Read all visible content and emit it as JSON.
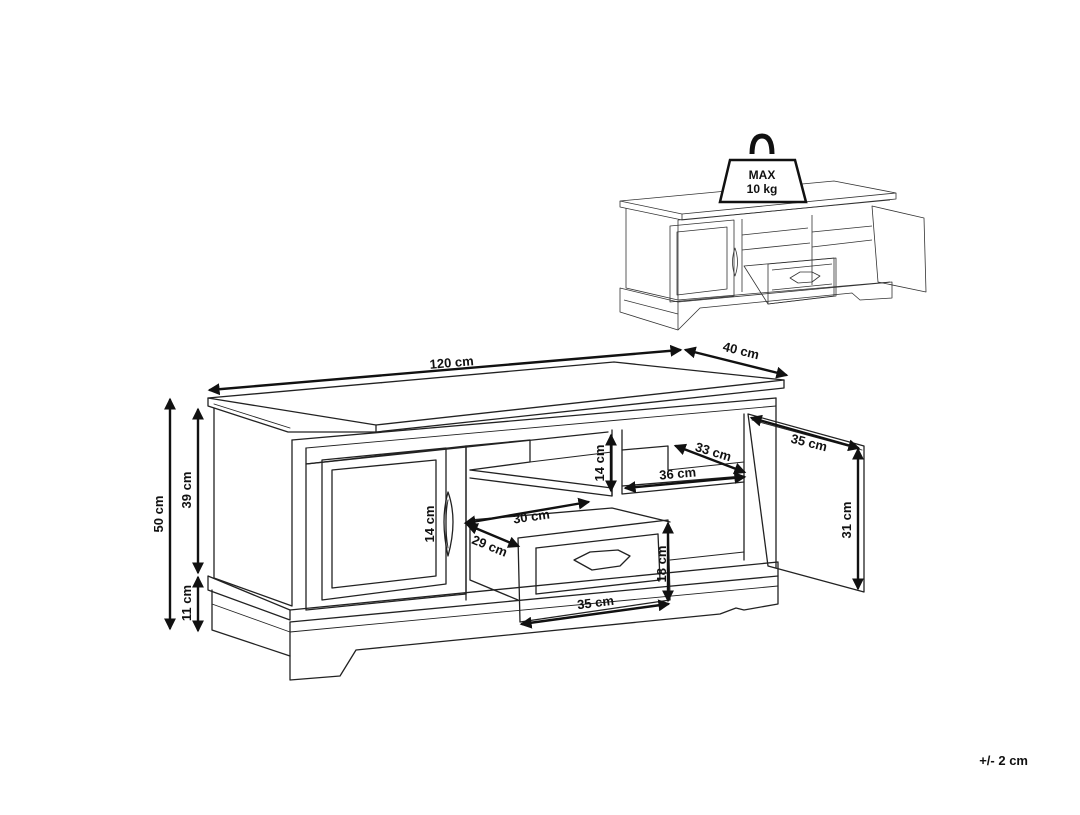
{
  "weight_badge": {
    "line1": "MAX",
    "line2": "10 kg"
  },
  "dimensions": {
    "width": "120 cm",
    "depth": "40 cm",
    "height_total": "50 cm",
    "height_body": "39 cm",
    "height_legs": "11 cm",
    "shelf_height": "14 cm",
    "right_shelf_depth": "33 cm",
    "right_shelf_width": "36 cm",
    "door_width": "35 cm",
    "door_height": "31 cm",
    "handle_height": "14 cm",
    "drawer_width_inner": "30 cm",
    "drawer_depth": "29 cm",
    "drawer_height": "18 cm",
    "drawer_width": "35 cm"
  },
  "tolerance": "+/- 2 cm"
}
